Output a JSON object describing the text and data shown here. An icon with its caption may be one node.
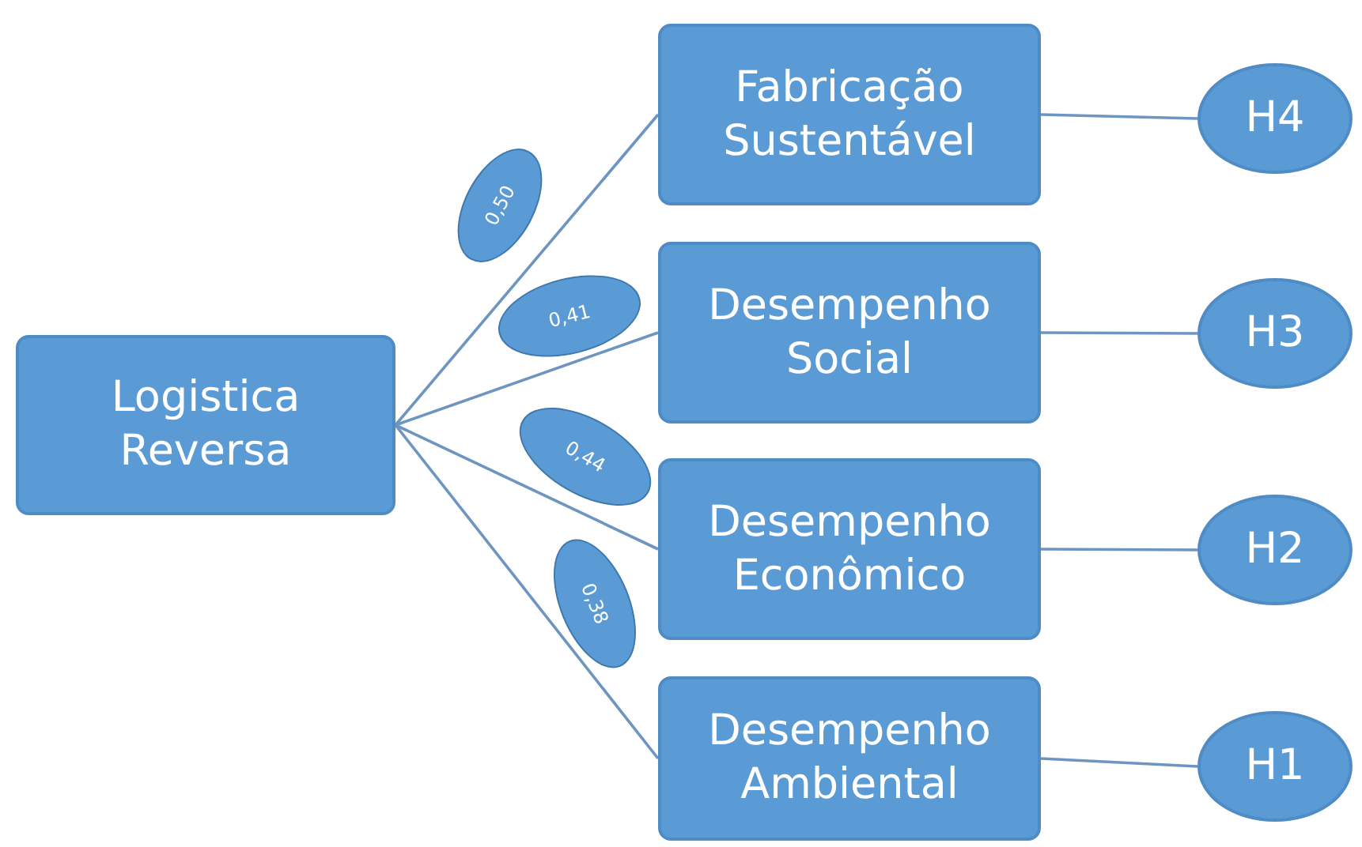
{
  "diagram": {
    "nodes": [
      {
        "text": [
          "Logistica Reversa"
        ]
      },
      {
        "text": [
          "Fabricação Sustentável"
        ]
      },
      {
        "text": [
          "H4"
        ]
      },
      {
        "text": [
          "Desempenho Social"
        ]
      },
      {
        "text": [
          "H3"
        ]
      },
      {
        "text": [
          "Desempenho Econômico"
        ]
      },
      {
        "text": [
          "H2"
        ]
      },
      {
        "text": [
          "Desempenho Ambiental"
        ]
      },
      {
        "text": [
          "H1"
        ]
      }
    ],
    "edges": [
      {
        "from": 0,
        "to": 1,
        "arrow": "none",
        "label": "0,50"
      },
      {
        "from": 0,
        "to": 3,
        "arrow": "none",
        "label": "0,41"
      },
      {
        "from": 0,
        "to": 5,
        "arrow": "none",
        "label": "0,44"
      },
      {
        "from": 0,
        "to": 7,
        "arrow": "none",
        "label": "0,38"
      },
      {
        "from": 1,
        "to": 2,
        "arrow": "none"
      },
      {
        "from": 3,
        "to": 4,
        "arrow": "none"
      },
      {
        "from": 5,
        "to": 6,
        "arrow": "none"
      },
      {
        "from": 7,
        "to": 8,
        "arrow": "none"
      }
    ]
  }
}
